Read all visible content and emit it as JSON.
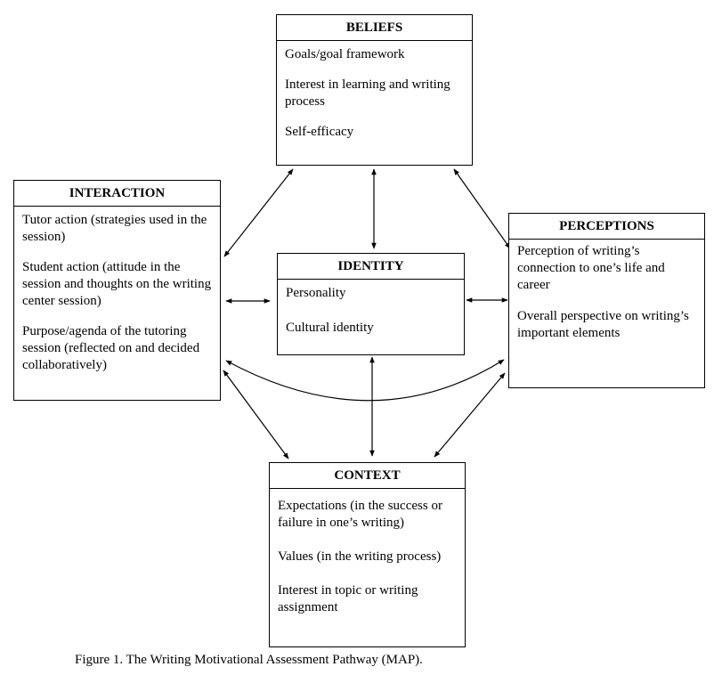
{
  "boxes": {
    "beliefs": {
      "title": "BELIEFS",
      "items": [
        "Goals/goal framework",
        "Interest in learning and writing process",
        "Self-efficacy"
      ]
    },
    "interaction": {
      "title": "INTERACTION",
      "items": [
        "Tutor action (strategies used in the session)",
        "Student action (attitude in the session and thoughts on the writing center session)",
        "Purpose/agenda of the tutoring session (reflected on and decided collaboratively)"
      ]
    },
    "identity": {
      "title": "IDENTITY",
      "items": [
        "Personality",
        "Cultural identity"
      ]
    },
    "perceptions": {
      "title": "PERCEPTIONS",
      "items": [
        "Perception of writing’s connection to one’s life and career",
        "Overall perspective on writing’s important elements"
      ]
    },
    "context": {
      "title": "CONTEXT",
      "items": [
        "Expectations (in the success or failure in one’s writing)",
        "Values (in the writing process)",
        "Interest in topic or writing assignment"
      ]
    }
  },
  "connections": [
    {
      "from": "beliefs",
      "to": "interaction",
      "type": "bidirectional"
    },
    {
      "from": "beliefs",
      "to": "identity",
      "type": "bidirectional"
    },
    {
      "from": "beliefs",
      "to": "perceptions",
      "type": "bidirectional"
    },
    {
      "from": "interaction",
      "to": "identity",
      "type": "bidirectional"
    },
    {
      "from": "identity",
      "to": "perceptions",
      "type": "bidirectional"
    },
    {
      "from": "interaction",
      "to": "perceptions",
      "type": "bidirectional"
    },
    {
      "from": "identity",
      "to": "context",
      "type": "bidirectional"
    },
    {
      "from": "interaction",
      "to": "context",
      "type": "bidirectional"
    },
    {
      "from": "perceptions",
      "to": "context",
      "type": "bidirectional"
    }
  ],
  "caption": "Figure 1. The Writing Motivational Assessment Pathway (MAP)."
}
